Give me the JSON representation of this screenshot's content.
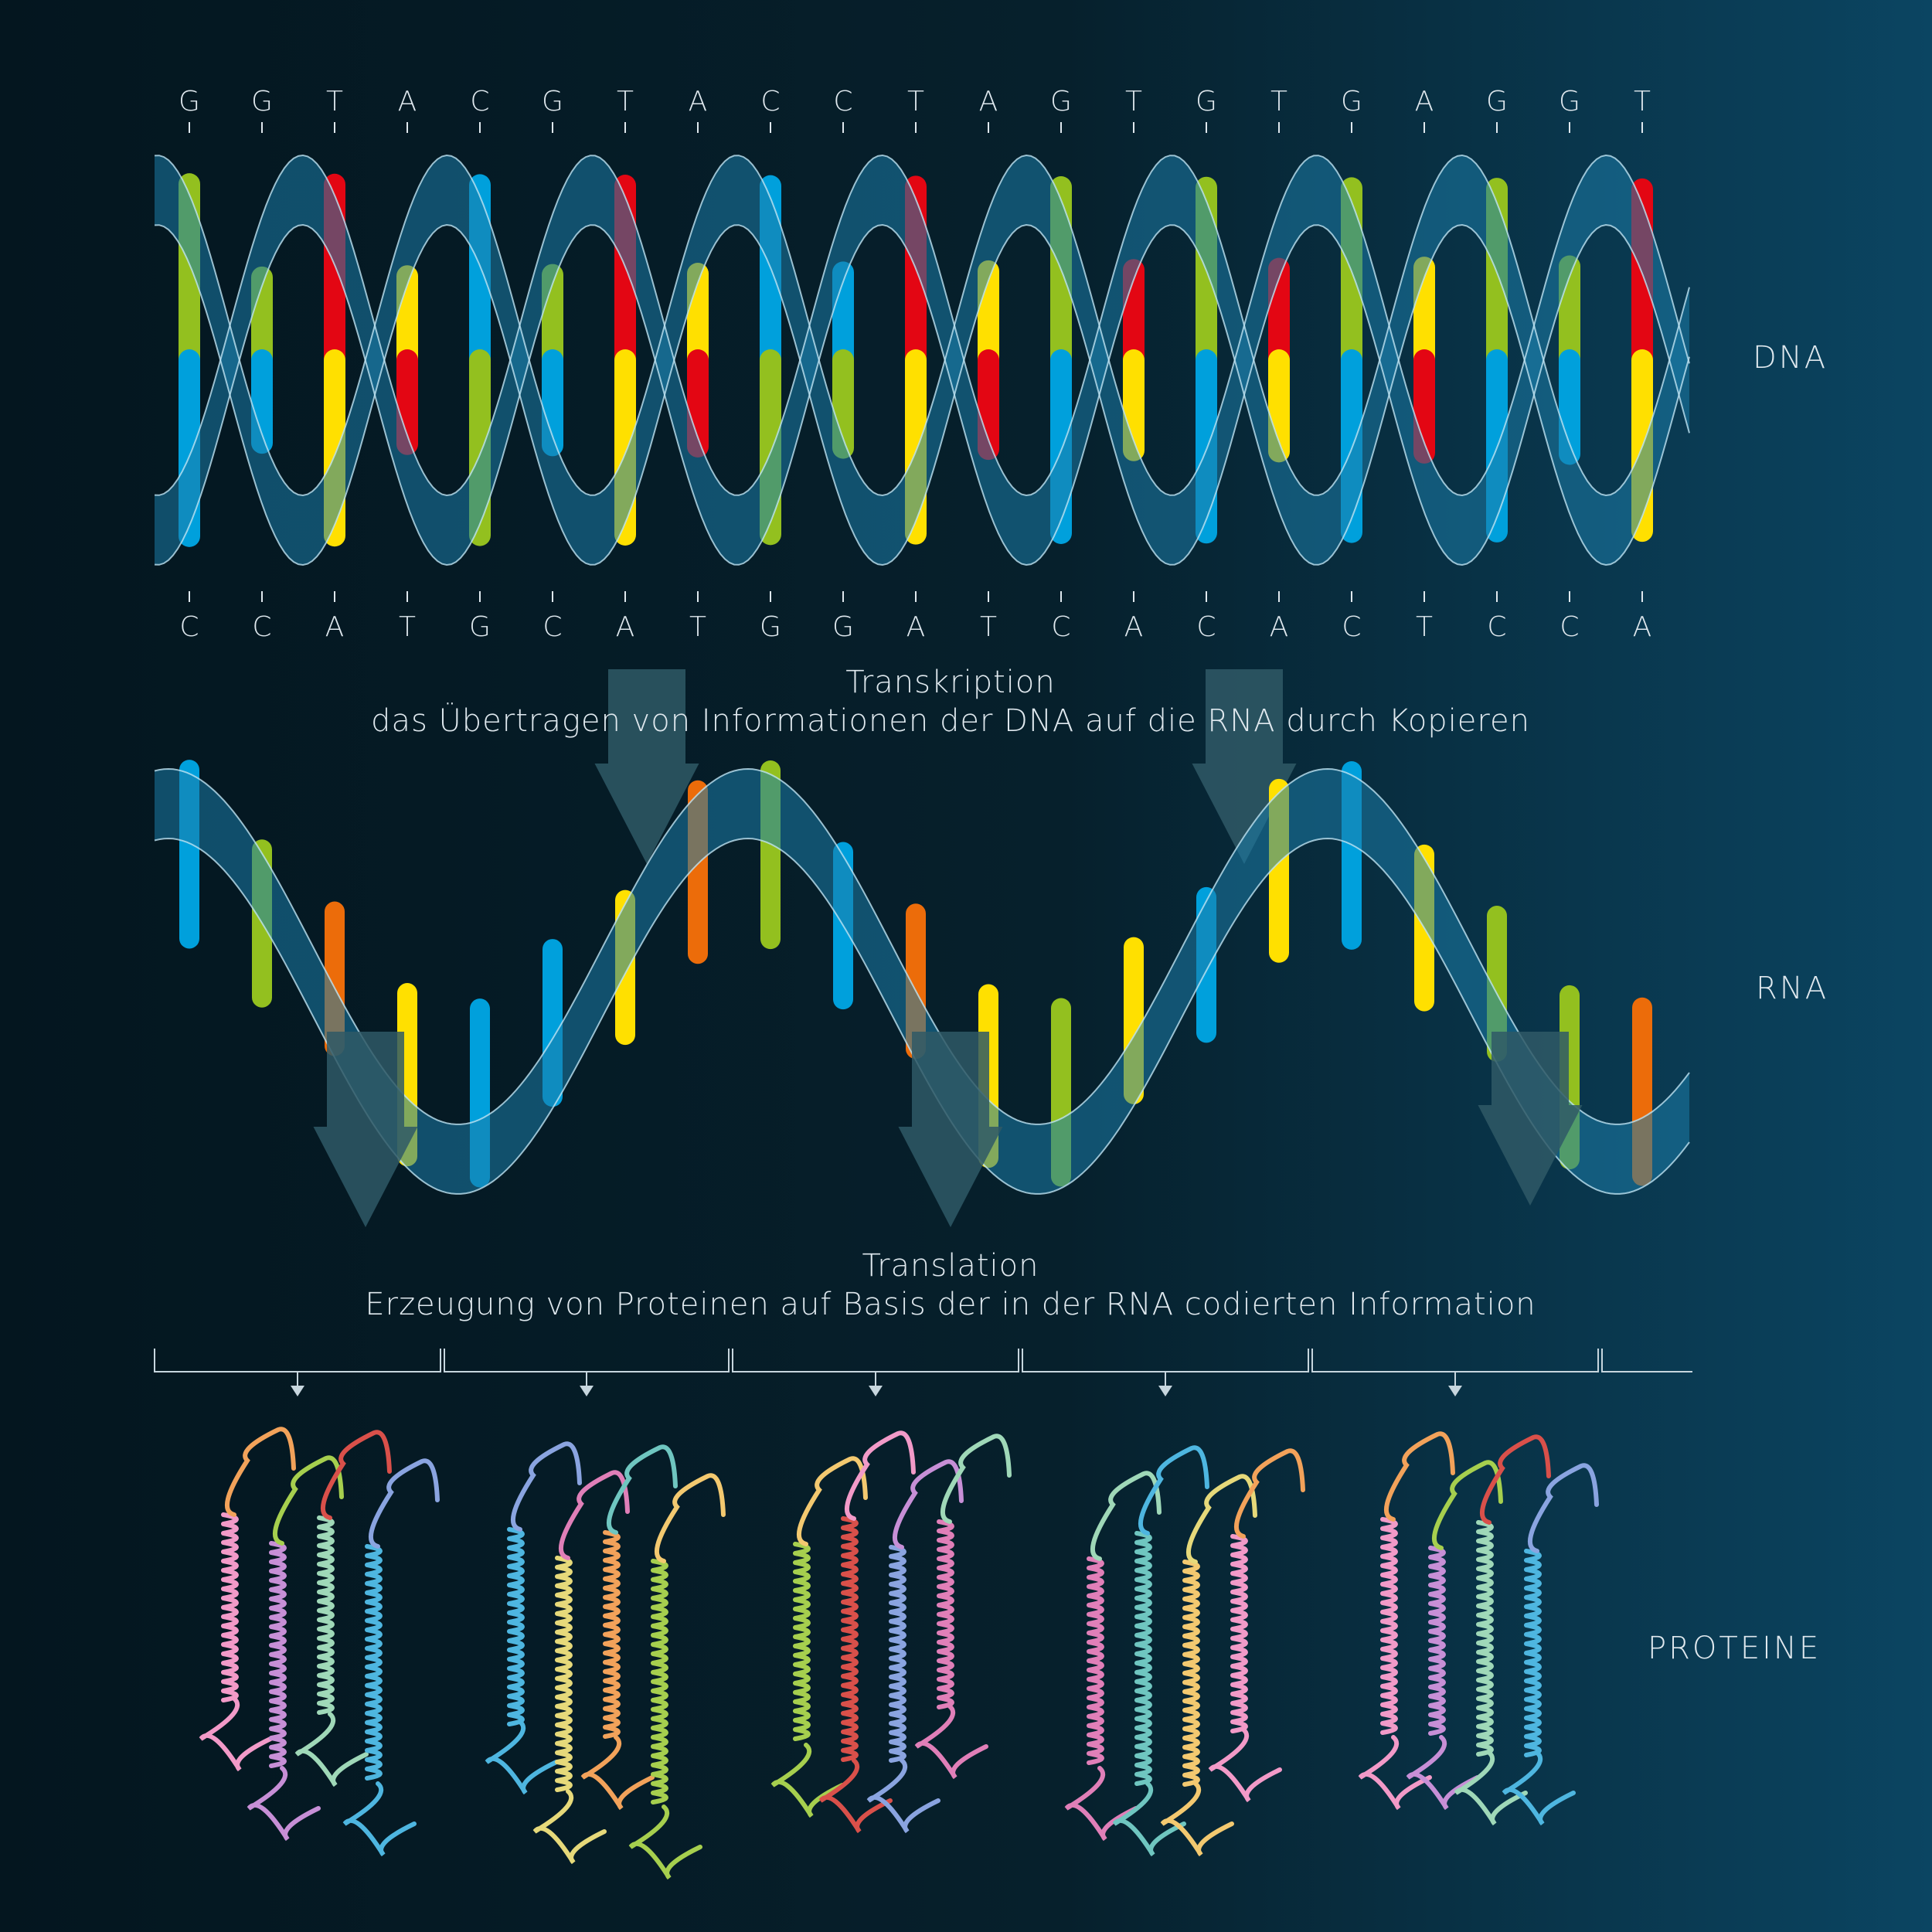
{
  "dna": {
    "label": "DNA",
    "top_strand": [
      "G",
      "G",
      "T",
      "A",
      "C",
      "G",
      "T",
      "A",
      "C",
      "C",
      "T",
      "A",
      "G",
      "T",
      "G",
      "T",
      "G",
      "A",
      "G",
      "G",
      "T"
    ],
    "bottom_strand": [
      "C",
      "C",
      "A",
      "T",
      "G",
      "C",
      "A",
      "T",
      "G",
      "G",
      "A",
      "T",
      "C",
      "A",
      "C",
      "A",
      "C",
      "T",
      "C",
      "C",
      "A"
    ]
  },
  "transcription": {
    "title": "Transkription",
    "description": "das Übertragen von Informationen der DNA auf die RNA durch Kopieren"
  },
  "rna": {
    "label": "RNA"
  },
  "translation": {
    "title": "Translation",
    "description": "Erzeugung von Proteinen auf Basis der in der RNA codierten Information"
  },
  "proteins": {
    "label": "PROTEINE",
    "count": 5
  },
  "colors": {
    "G": "#93c01f",
    "C": "#00a0dc",
    "T": "#e30613",
    "A": "#ffe000",
    "U": "#ec6c0a",
    "ribbon": "#1b7ba7",
    "arrow": "#2f5966"
  }
}
